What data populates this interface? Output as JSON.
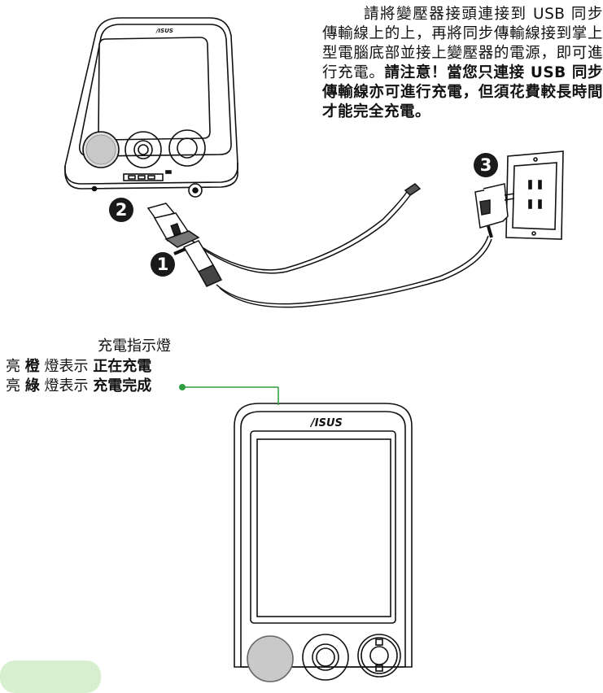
{
  "instructions": {
    "line1": "請將變壓器接頭連接到 USB 同步傳輸線上的上，再將同步傳輸線接到掌上型電腦底部並接上變壓器的電源，即可進行充電。",
    "line2_bold": "請注意！當您只連接 USB 同步傳輸線亦可進行充電，但須花費較長時間才能完全充電。"
  },
  "badges": {
    "one": "1",
    "two": "2",
    "three": "3"
  },
  "device_brand": "/ISUS",
  "led": {
    "title": "充電指示燈",
    "row1_prefix": "亮",
    "row1_color": "橙",
    "row1_mid": "燈表示",
    "row1_status": "正在充電",
    "row2_prefix": "亮",
    "row2_color": "綠",
    "row2_mid": "燈表示",
    "row2_status": "充電完成",
    "line_color": "#2e9c3f"
  }
}
